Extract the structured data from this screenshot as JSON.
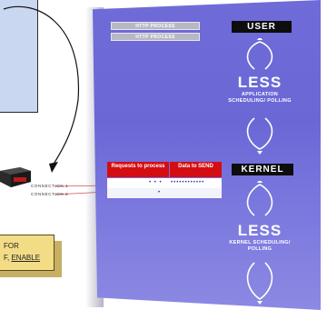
{
  "colors": {
    "panel": "#6f6bd8",
    "table_header": "#d40d12",
    "tag_bg": "#0d0d0d",
    "note": "#f3dc86"
  },
  "left": {
    "connection_1": "CONNECTION 1",
    "connection_2": "CONNECTION 2",
    "note_line_1": "FOR",
    "note_line_2_a": "F, ",
    "note_line_2_b": "ENABLE"
  },
  "panel": {
    "http_1": "HTTP PROCESS",
    "http_2": "HTTP PROCESS",
    "user_tag": "USER",
    "kernel_tag": "KERNEL",
    "less_top": "LESS",
    "less_top_sub": "APPLICATION SCHEDULING/ POLLING",
    "less_bottom": "LESS",
    "less_bottom_sub": "KERNEL SCHEDULING/ POLLING",
    "table_header_1": "Requests to process",
    "table_header_2": "Data to SEND",
    "row_1_col_1": "• • •",
    "row_1_col_2": "••••••••••••",
    "row_2_col_1": "•"
  }
}
